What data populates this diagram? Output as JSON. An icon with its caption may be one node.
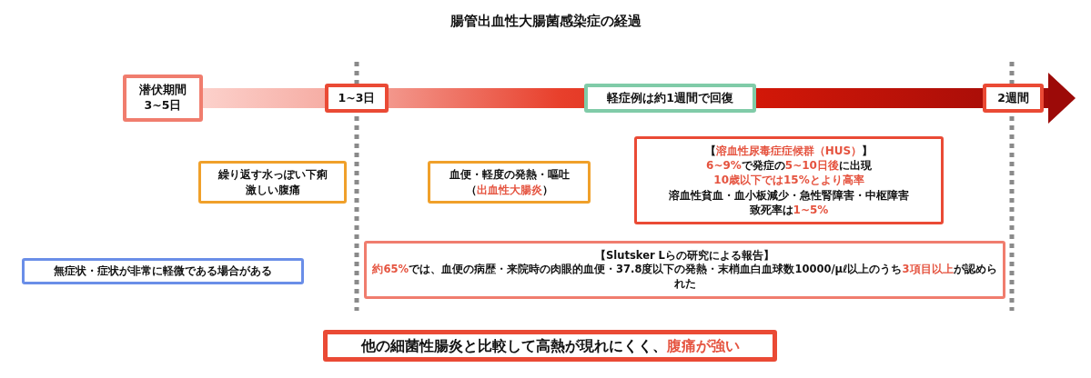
{
  "diagram": {
    "title": "腸管出血性大腸菌感染症の経過",
    "nodes": [
      {
        "text": [
          "潜伏期間",
          "3~5日"
        ]
      },
      {
        "text": [
          "1~3日"
        ]
      },
      {
        "text": [
          "軽症例は約1週間で回復"
        ]
      },
      {
        "text": [
          "2週間"
        ]
      },
      {
        "text": [
          "繰り返す水っぽい下痢",
          "激しい腹痛"
        ]
      },
      {
        "text": [
          "血便・軽度の発熱・嘔吐",
          "（**出血性大腸炎**）"
        ]
      },
      {
        "text": [
          "【**溶血性尿毒症症候群（HUS）**】",
          "**6~9%**で発症の**5~10日後**に出現",
          "**10歳以下では15%とより高率**",
          "溶血性貧血・血小板減少・急性腎障害・中枢障害",
          "致死率は**1~5%**"
        ]
      },
      {
        "text": [
          "無症状・症状が非常に軽微である場合がある"
        ]
      },
      {
        "text": [
          "【Slutsker Lらの研究による報告】",
          "**約65%**では、血便の病歴・来院時の肉眼的血便・37.8度以下の発熱・末梢血白血球数10000/μℓ以上のうち**3項目以上**が認められた"
        ]
      },
      {
        "text": [
          "他の細菌性腸炎と比較して高熱が現れにくく、**腹痛が強い**"
        ]
      }
    ]
  }
}
